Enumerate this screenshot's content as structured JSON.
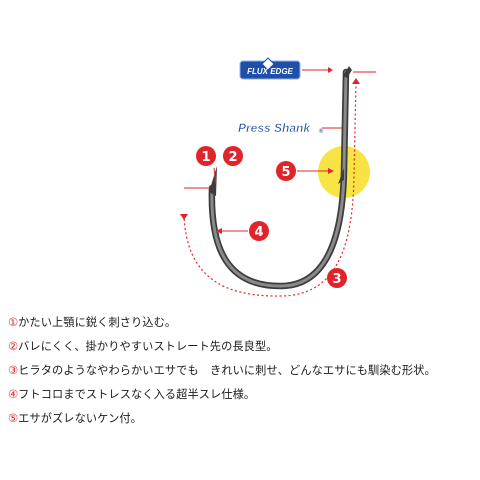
{
  "badges": {
    "flux_edge": "FLUX EDGE",
    "press_shank": "Press Shank",
    "press_shank_mark": "®"
  },
  "markers": {
    "m1": "1",
    "m2": "2",
    "m3": "3",
    "m4": "4",
    "m5": "5"
  },
  "colors": {
    "accent_red": "#e0242b",
    "badge_blue": "#1f4fa8",
    "barb_yellow": "#f7e33a",
    "hook_gray": "#5a5a5a"
  },
  "features": [
    {
      "num": "①",
      "text": "かたい上顎に鋭く刺さり込む。"
    },
    {
      "num": "②",
      "text": "バレにくく、掛かりやすいストレート先の長良型。"
    },
    {
      "num": "③",
      "text": "ヒラタのようなやわらかいエサでも　きれいに刺せ、どんなエサにも馴染む形状。"
    },
    {
      "num": "④",
      "text": "フトコロまでストレスなく入る超半スレ仕様。"
    },
    {
      "num": "⑤",
      "text": "エサがズレないケン付。"
    }
  ]
}
